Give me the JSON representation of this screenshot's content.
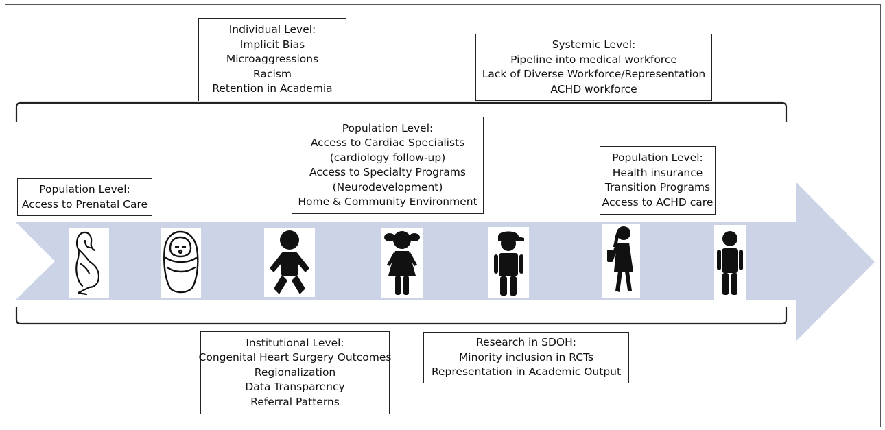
{
  "boxes": {
    "individual": {
      "title": "Individual Level:",
      "items": [
        "Implicit Bias",
        "Microaggressions",
        "Racism",
        "Retention in Academia"
      ]
    },
    "systemic": {
      "title": "Systemic Level:",
      "items": [
        "Pipeline into medical workforce",
        "Lack of Diverse Workforce/Representation",
        "ACHD workforce"
      ]
    },
    "population_prenatal": {
      "title": "Population Level:",
      "items": [
        "Access to Prenatal Care"
      ]
    },
    "population_child": {
      "title": "Population Level:",
      "items": [
        "Access to Cardiac Specialists",
        "(cardiology follow-up)",
        "Access to Specialty Programs",
        "(Neurodevelopment)",
        "Home & Community Environment"
      ]
    },
    "population_adult": {
      "title": "Population Level:",
      "items": [
        "Health insurance",
        "Transition Programs",
        "Access to ACHD care"
      ]
    },
    "institutional": {
      "title": "Institutional Level:",
      "items": [
        "Congenital Heart Surgery Outcomes",
        "Regionalization",
        "Data Transparency",
        "Referral Patterns"
      ]
    },
    "research": {
      "title": "Research in SDOH:",
      "items": [
        "Minority inclusion in RCTs",
        "Representation in Academic Output"
      ]
    }
  },
  "life_stages": [
    "pregnant-woman-icon",
    "swaddled-newborn-icon",
    "infant-icon",
    "girl-child-icon",
    "boy-with-cap-icon",
    "young-woman-icon",
    "adult-man-icon"
  ],
  "colors": {
    "arrow": "#ccd3e6",
    "line": "#222222",
    "figure": "#111111"
  }
}
